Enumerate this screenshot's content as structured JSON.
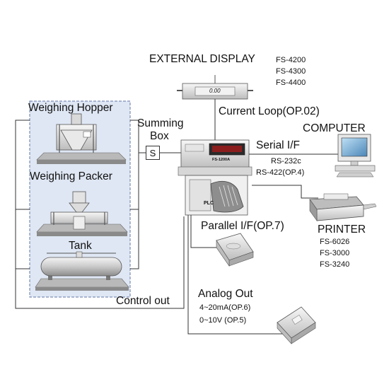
{
  "external_display": {
    "title": "EXTERNAL DISPLAY",
    "models": [
      "FS-4200",
      "FS-4300",
      "FS-4400"
    ],
    "readout": "0.00"
  },
  "current_loop": "Current Loop(OP.02)",
  "computer": "COMPUTER",
  "serial": {
    "title": "Serial I/F",
    "rs232": "RS-232c",
    "rs422": "RS-422(OP.4)"
  },
  "summing_box": {
    "label_line1": "Summing",
    "label_line2": "Box",
    "symbol": "S"
  },
  "indicator": {
    "model": "FS-1200A",
    "plc": "PLC"
  },
  "weighing": {
    "hopper": "Weighing Hopper",
    "packer": "Weighing Packer",
    "tank": "Tank"
  },
  "parallel": "Parallel I/F(OP.7)",
  "printer": {
    "title": "PRINTER",
    "models": [
      "FS-6026",
      "FS-3000",
      "FS-3240"
    ]
  },
  "control_out": "Control out",
  "analog": {
    "title": "Analog Out",
    "line1": "4~20mA(OP.6)",
    "line2": "0~10V (OP.5)"
  }
}
